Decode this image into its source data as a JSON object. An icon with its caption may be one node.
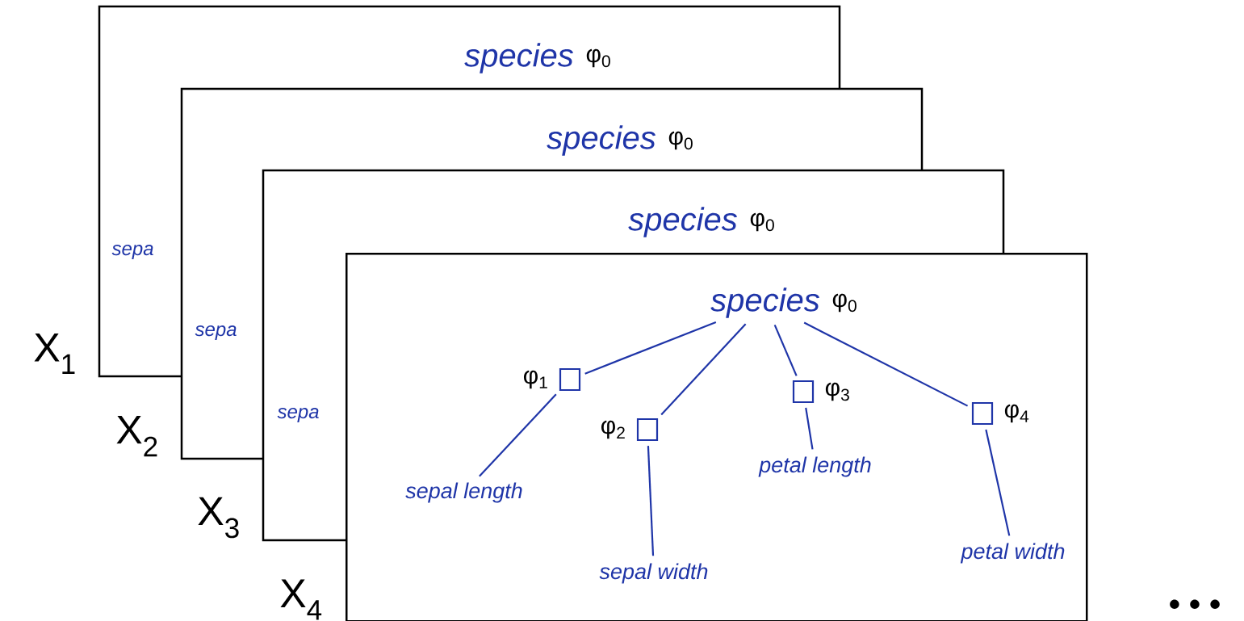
{
  "diagram": {
    "nodes": [
      {
        "text": [
          "species"
        ],
        "beside": [
          "φ$_{0}$"
        ]
      },
      {
        "text": [
          "species"
        ],
        "beside": [
          "φ$_{0}$"
        ]
      },
      {
        "text": [
          "species"
        ],
        "beside": [
          "φ$_{0}$"
        ]
      },
      {
        "text": [],
        "shape": "box",
        "beside": [
          "X$_{4}$"
        ]
      },
      {
        "text": [
          "species"
        ],
        "in": 3,
        "beside": [
          "φ$_{0}$"
        ]
      },
      {
        "text": [],
        "shape": "box",
        "in": 3,
        "beside": [
          "φ$_{1}$"
        ]
      },
      {
        "text": [],
        "shape": "box",
        "in": 3,
        "beside": [
          "φ$_{2}$"
        ]
      },
      {
        "text": [],
        "shape": "box",
        "in": 3,
        "beside": [
          "φ$_{3}$"
        ]
      },
      {
        "text": [],
        "shape": "box",
        "in": 3,
        "beside": [
          "φ$_{4}$"
        ]
      },
      {
        "text": [
          "sepal length"
        ],
        "in": 3
      },
      {
        "text": [
          "sepal width"
        ],
        "in": 3
      },
      {
        "text": [
          "petal length"
        ],
        "in": 3
      },
      {
        "text": [
          "petal width"
        ],
        "in": 3
      }
    ],
    "edges": [
      {
        "from": 4,
        "to": 5,
        "arrow": "none"
      },
      {
        "from": 4,
        "to": 6,
        "arrow": "none"
      },
      {
        "from": 4,
        "to": 7,
        "arrow": "none"
      },
      {
        "from": 4,
        "to": 8,
        "arrow": "none"
      },
      {
        "from": 5,
        "to": 9,
        "arrow": "none"
      },
      {
        "from": 6,
        "to": 10,
        "arrow": "none"
      },
      {
        "from": 7,
        "to": 11,
        "arrow": "none"
      },
      {
        "from": 8,
        "to": 12,
        "arrow": "none"
      }
    ],
    "labels": [
      "sepa",
      "sepa",
      "X$_{1}$",
      "sepa",
      "X$_{2}$",
      "X$_{3}$",
      "• • •"
    ]
  }
}
